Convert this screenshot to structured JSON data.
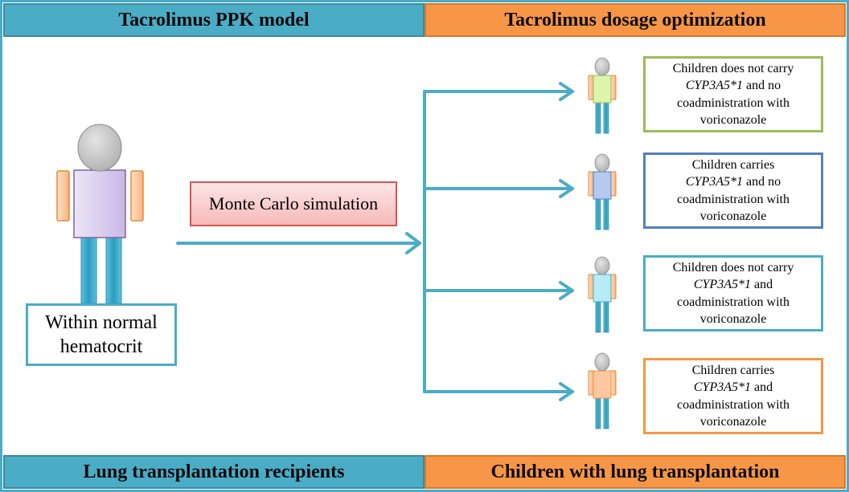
{
  "header": {
    "left": "Tacrolimus PPK model",
    "right": "Tacrolimus dosage optimization"
  },
  "footer": {
    "left": "Lung transplantation recipients",
    "right": "Children with lung transplantation"
  },
  "simulation_label": "Monte Carlo simulation",
  "hematocrit_label": [
    "Within normal",
    "hematocrit"
  ],
  "groups": [
    {
      "line1": "Children does not carry",
      "line2_ital": "CYP3A5*1",
      "line2_rest": " and no",
      "line3": "coadministration with",
      "line4": "voriconazole",
      "color": "#9bbb59",
      "body": "#ddf5a8"
    },
    {
      "line1": "Children carries",
      "line2_ital": "CYP3A5*1",
      "line2_rest": " and no",
      "line3": "coadministration with",
      "line4": "voriconazole",
      "color": "#4f81bd",
      "body": "#b4c8f0"
    },
    {
      "line1": "Children does not carry",
      "line2_ital": "CYP3A5*1",
      "line2_rest": " and",
      "line3": "coadministration with",
      "line4": "voriconazole",
      "color": "#4bacc6",
      "body": "#b6ecf5"
    },
    {
      "line1": "Children carries",
      "line2_ital": "CYP3A5*1",
      "line2_rest": " and",
      "line3": "coadministration with",
      "line4": "voriconazole",
      "color": "#f79646",
      "body": "#fbc8a0"
    }
  ]
}
